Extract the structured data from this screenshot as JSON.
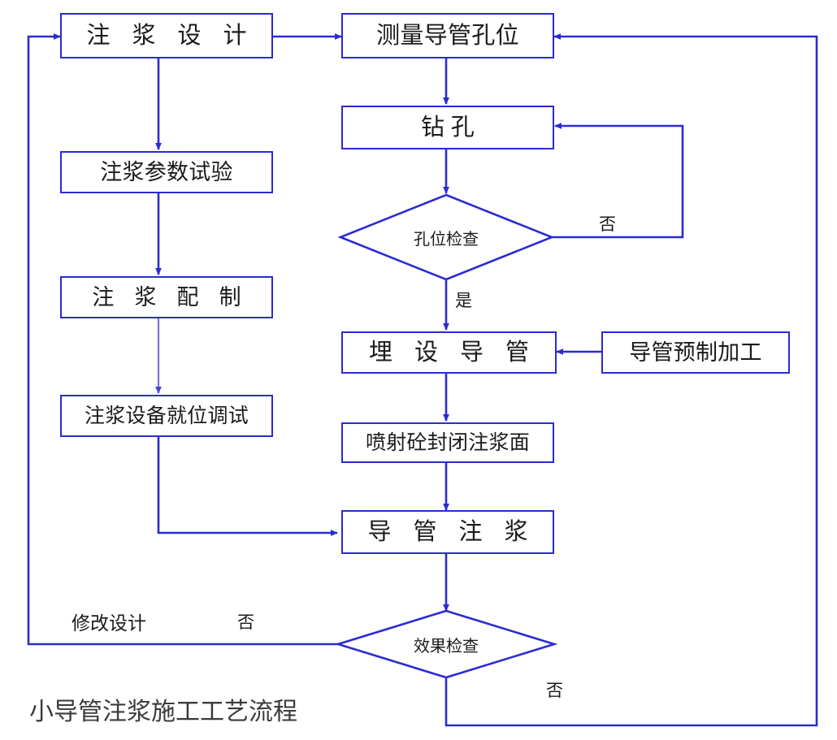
{
  "diagram": {
    "title_caption": "小导管注浆施工工艺流程",
    "stroke_color": "#2b2bd4",
    "stroke_color_light": "#7b6fe0",
    "text_color": "#1a1a1a",
    "background": "#ffffff"
  },
  "nodes": [
    {
      "id": "grouting-design",
      "label": "注 浆 设 计",
      "shape": "rect"
    },
    {
      "id": "measure-pipe-hole",
      "label": "测量导管孔位",
      "shape": "rect"
    },
    {
      "id": "grouting-param-test",
      "label": "注浆参数试验",
      "shape": "rect"
    },
    {
      "id": "drilling",
      "label": "钻     孔",
      "shape": "rect"
    },
    {
      "id": "hole-position-check",
      "label": "孔位检查",
      "shape": "diamond"
    },
    {
      "id": "grouting-mix",
      "label": "注 浆 配 制",
      "shape": "rect"
    },
    {
      "id": "bury-pipe",
      "label": "埋 设 导 管",
      "shape": "rect"
    },
    {
      "id": "pipe-prefab",
      "label": "导管预制加工",
      "shape": "rect"
    },
    {
      "id": "equipment-setup",
      "label": "注浆设备就位调试",
      "shape": "rect"
    },
    {
      "id": "shotcrete-seal",
      "label": "喷射砼封闭注浆面",
      "shape": "rect"
    },
    {
      "id": "pipe-grouting",
      "label": "导 管 注 浆",
      "shape": "rect"
    },
    {
      "id": "effect-check",
      "label": "效果检查",
      "shape": "diamond"
    }
  ],
  "edge_labels": [
    {
      "id": "hole-check-no",
      "text": "否"
    },
    {
      "id": "hole-check-yes",
      "text": "是"
    },
    {
      "id": "modify-design",
      "text": "修改设计"
    },
    {
      "id": "effect-check-no-left",
      "text": "否"
    },
    {
      "id": "effect-check-no-bottom",
      "text": "否"
    }
  ]
}
